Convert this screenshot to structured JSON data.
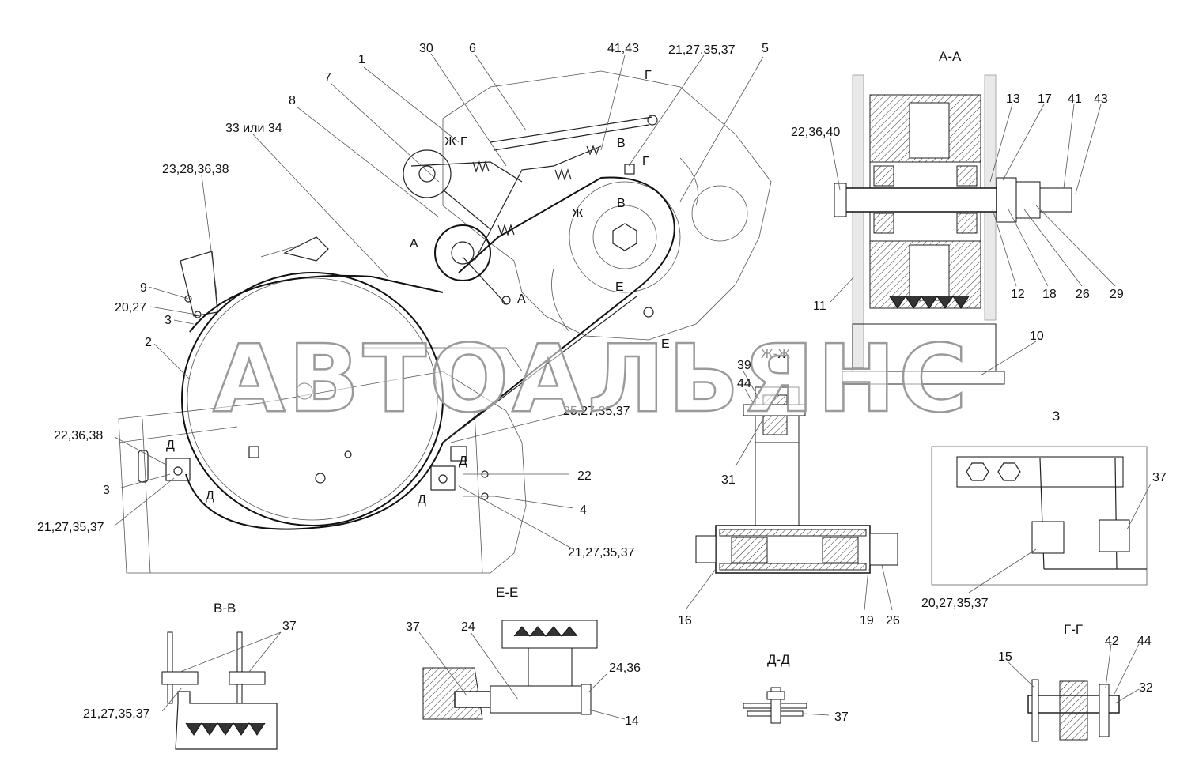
{
  "watermark": "АВТОАЛЬЯНС",
  "sections": {
    "aa": "А-А",
    "vv": "В-В",
    "ee": "Е-Е",
    "zhzh": "Ж-Ж",
    "z": "З",
    "gg": "Г-Г",
    "dd": "Д-Д"
  },
  "main_labels": {
    "l1": "1",
    "l30": "30",
    "l6": "6",
    "l41_43": "41,43",
    "l21_27_35_37_top": "21,27,35,37",
    "l5": "5",
    "l7": "7",
    "l8": "8",
    "l33_34": "33 или 34",
    "l23_28": "23,28,36,38",
    "l9": "9",
    "l20_27": "20,27",
    "l3a": "3",
    "l2": "2",
    "l22_36_38": "22,36,38",
    "l3b": "3",
    "l21_left": "21,27,35,37",
    "l25": "25,27,35,37",
    "l22": "22",
    "l4": "4",
    "l21_right": "21,27,35,37"
  },
  "cut_marks": {
    "zh1": "Ж",
    "g1": "Г",
    "g2": "Г",
    "v1": "В",
    "g3": "Г",
    "v2": "В",
    "zh2": "Ж",
    "a1": "А",
    "a2": "А",
    "e1": "Е",
    "e2": "Е",
    "d1": "Д",
    "d2": "Д",
    "d3": "Д",
    "d4": "Д"
  },
  "aa_labels": {
    "l22_36_40": "22,36,40",
    "l13": "13",
    "l17": "17",
    "l41": "41",
    "l43": "43",
    "l11": "11",
    "l12": "12",
    "l18": "18",
    "l26": "26",
    "l29": "29",
    "l10": "10"
  },
  "zh_labels": {
    "l39": "39",
    "l44": "44",
    "l31": "31",
    "l16": "16",
    "l19": "19",
    "l26": "26"
  },
  "z_labels": {
    "l37": "37",
    "l20": "20,27,35,37"
  },
  "vv_labels": {
    "l37": "37",
    "l21": "21,27,35,37"
  },
  "ee_labels": {
    "l37": "37",
    "l24": "24",
    "l24_36": "24,36",
    "l14": "14"
  },
  "dd_labels": {
    "l37": "37"
  },
  "gg_labels": {
    "l15": "15",
    "l42": "42",
    "l44": "44",
    "l32": "32"
  }
}
